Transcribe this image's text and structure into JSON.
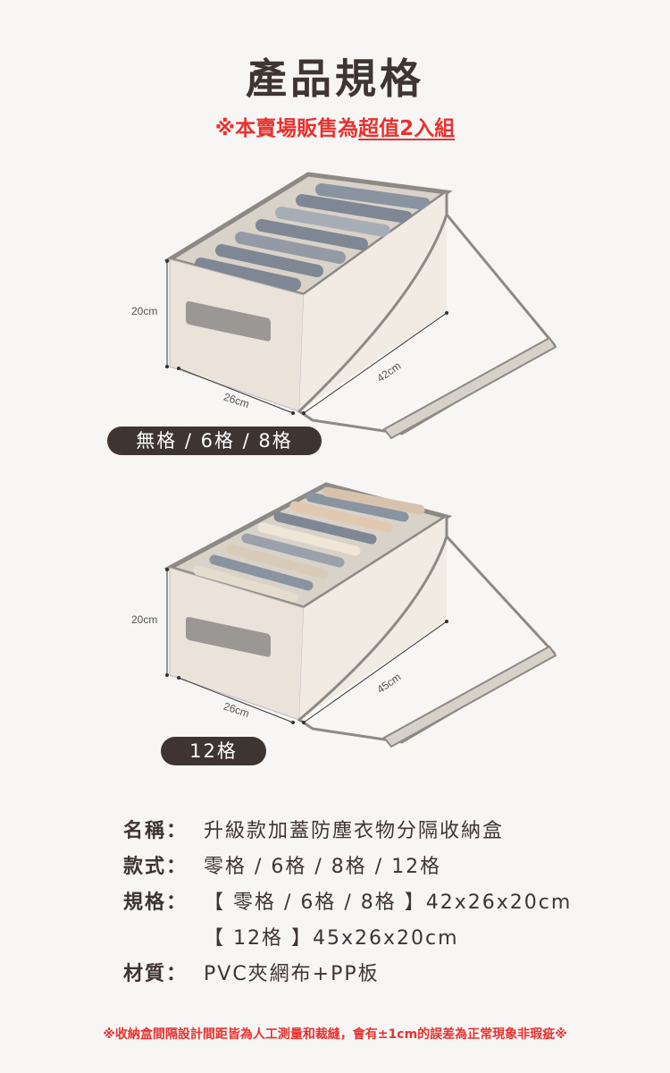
{
  "title": "產品規格",
  "subtitle": {
    "prefix": "※本賣場販售為",
    "highlight": "超值2入組"
  },
  "products": [
    {
      "label": "無格 / 6格 / 8格",
      "height": "20cm",
      "width": "26cm",
      "length": "42cm"
    },
    {
      "label": "12格",
      "height": "20cm",
      "width": "26cm",
      "length": "45cm"
    }
  ],
  "specs": [
    {
      "label": "名稱：",
      "value": "升級款加蓋防塵衣物分隔收納盒"
    },
    {
      "label": "款式：",
      "value": "零格 / 6格 / 8格 / 12格"
    },
    {
      "label": "規格：",
      "value": "【 零格 / 6格 / 8格 】42x26x20cm"
    },
    {
      "label": "",
      "value": "【 12格 】45x26x20cm"
    },
    {
      "label": "材質：",
      "value": "PVC夾網布+PP板"
    }
  ],
  "note": "※收納盒間隔設計間距皆為人工測量和裁縫，會有±1cm的誤差為正常現象非瑕疵※",
  "colors": {
    "accent": "#e8312e",
    "dark": "#3e3431"
  }
}
